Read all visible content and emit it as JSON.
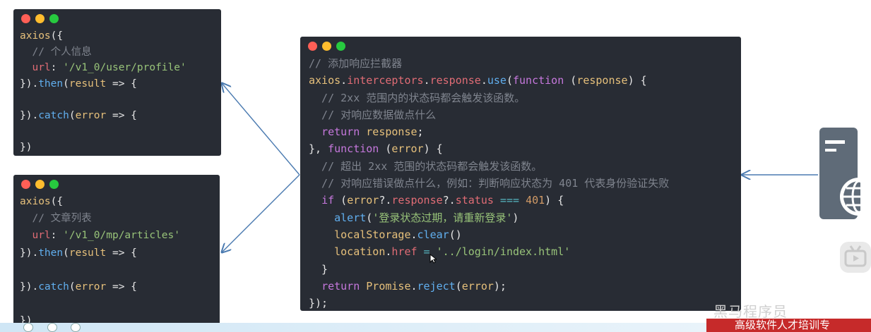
{
  "panel_top_left": {
    "lines": [
      [
        {
          "t": "axios",
          "c": "nm"
        },
        {
          "t": "({",
          "c": "pl"
        }
      ],
      [
        {
          "t": "  // 个人信息",
          "c": "cm"
        }
      ],
      [
        {
          "t": "  url",
          "c": "pr"
        },
        {
          "t": ": ",
          "c": "pl"
        },
        {
          "t": "'/v1_0/user/profile'",
          "c": "st"
        }
      ],
      [
        {
          "t": "}).",
          "c": "pl"
        },
        {
          "t": "then",
          "c": "fn"
        },
        {
          "t": "(",
          "c": "pl"
        },
        {
          "t": "result",
          "c": "nm"
        },
        {
          "t": " => {",
          "c": "pl"
        }
      ],
      [
        {
          "t": "",
          "c": "pl"
        }
      ],
      [
        {
          "t": "}).",
          "c": "pl"
        },
        {
          "t": "catch",
          "c": "fn"
        },
        {
          "t": "(",
          "c": "pl"
        },
        {
          "t": "error",
          "c": "nm"
        },
        {
          "t": " => {",
          "c": "pl"
        }
      ],
      [
        {
          "t": "",
          "c": "pl"
        }
      ],
      [
        {
          "t": "})",
          "c": "pl"
        }
      ]
    ]
  },
  "panel_bottom_left": {
    "lines": [
      [
        {
          "t": "axios",
          "c": "nm"
        },
        {
          "t": "({",
          "c": "pl"
        }
      ],
      [
        {
          "t": "  // 文章列表",
          "c": "cm"
        }
      ],
      [
        {
          "t": "  url",
          "c": "pr"
        },
        {
          "t": ": ",
          "c": "pl"
        },
        {
          "t": "'/v1_0/mp/articles'",
          "c": "st"
        }
      ],
      [
        {
          "t": "}).",
          "c": "pl"
        },
        {
          "t": "then",
          "c": "fn"
        },
        {
          "t": "(",
          "c": "pl"
        },
        {
          "t": "result",
          "c": "nm"
        },
        {
          "t": " => {",
          "c": "pl"
        }
      ],
      [
        {
          "t": "",
          "c": "pl"
        }
      ],
      [
        {
          "t": "}).",
          "c": "pl"
        },
        {
          "t": "catch",
          "c": "fn"
        },
        {
          "t": "(",
          "c": "pl"
        },
        {
          "t": "error",
          "c": "nm"
        },
        {
          "t": " => {",
          "c": "pl"
        }
      ],
      [
        {
          "t": "",
          "c": "pl"
        }
      ],
      [
        {
          "t": "})",
          "c": "pl"
        }
      ]
    ]
  },
  "panel_main": {
    "lines": [
      [
        {
          "t": "// 添加响应拦截器",
          "c": "cm"
        }
      ],
      [
        {
          "t": "axios",
          "c": "nm"
        },
        {
          "t": ".",
          "c": "pl"
        },
        {
          "t": "interceptors",
          "c": "pr"
        },
        {
          "t": ".",
          "c": "pl"
        },
        {
          "t": "response",
          "c": "pr"
        },
        {
          "t": ".",
          "c": "pl"
        },
        {
          "t": "use",
          "c": "fn"
        },
        {
          "t": "(",
          "c": "pl"
        },
        {
          "t": "function",
          "c": "kw"
        },
        {
          "t": " (",
          "c": "pl"
        },
        {
          "t": "response",
          "c": "nm"
        },
        {
          "t": ") {",
          "c": "pl"
        }
      ],
      [
        {
          "t": "  // 2xx 范围内的状态码都会触发该函数。",
          "c": "cm"
        }
      ],
      [
        {
          "t": "  // 对响应数据做点什么",
          "c": "cm"
        }
      ],
      [
        {
          "t": "  ",
          "c": "pl"
        },
        {
          "t": "return",
          "c": "kw"
        },
        {
          "t": " ",
          "c": "pl"
        },
        {
          "t": "response",
          "c": "nm"
        },
        {
          "t": ";",
          "c": "pl"
        }
      ],
      [
        {
          "t": "}, ",
          "c": "pl"
        },
        {
          "t": "function",
          "c": "kw"
        },
        {
          "t": " (",
          "c": "pl"
        },
        {
          "t": "error",
          "c": "nm"
        },
        {
          "t": ") {",
          "c": "pl"
        }
      ],
      [
        {
          "t": "  // 超出 2xx 范围的状态码都会触发该函数。",
          "c": "cm"
        }
      ],
      [
        {
          "t": "  // 对响应错误做点什么，例如：判断响应状态为 401 代表身份验证失败",
          "c": "cm"
        }
      ],
      [
        {
          "t": "  ",
          "c": "pl"
        },
        {
          "t": "if",
          "c": "kw"
        },
        {
          "t": " (",
          "c": "pl"
        },
        {
          "t": "error",
          "c": "nm"
        },
        {
          "t": "?.",
          "c": "pl"
        },
        {
          "t": "response",
          "c": "pr"
        },
        {
          "t": "?.",
          "c": "pl"
        },
        {
          "t": "status",
          "c": "pr"
        },
        {
          "t": " === ",
          "c": "op"
        },
        {
          "t": "401",
          "c": "num"
        },
        {
          "t": ") {",
          "c": "pl"
        }
      ],
      [
        {
          "t": "    ",
          "c": "pl"
        },
        {
          "t": "alert",
          "c": "fn"
        },
        {
          "t": "(",
          "c": "pl"
        },
        {
          "t": "'登录状态过期，请重新登录'",
          "c": "st"
        },
        {
          "t": ")",
          "c": "pl"
        }
      ],
      [
        {
          "t": "    ",
          "c": "pl"
        },
        {
          "t": "localStorage",
          "c": "nm"
        },
        {
          "t": ".",
          "c": "pl"
        },
        {
          "t": "clear",
          "c": "fn"
        },
        {
          "t": "()",
          "c": "pl"
        }
      ],
      [
        {
          "t": "    ",
          "c": "pl"
        },
        {
          "t": "location",
          "c": "nm"
        },
        {
          "t": ".",
          "c": "pl"
        },
        {
          "t": "href",
          "c": "pr"
        },
        {
          "t": " = ",
          "c": "op"
        },
        {
          "t": "'../login/index.html'",
          "c": "st"
        }
      ],
      [
        {
          "t": "  }",
          "c": "pl"
        }
      ],
      [
        {
          "t": "  ",
          "c": "pl"
        },
        {
          "t": "return",
          "c": "kw"
        },
        {
          "t": " ",
          "c": "pl"
        },
        {
          "t": "Promise",
          "c": "nm"
        },
        {
          "t": ".",
          "c": "pl"
        },
        {
          "t": "reject",
          "c": "fn"
        },
        {
          "t": "(",
          "c": "pl"
        },
        {
          "t": "error",
          "c": "nm"
        },
        {
          "t": ");",
          "c": "pl"
        }
      ],
      [
        {
          "t": "});",
          "c": "pl"
        }
      ]
    ]
  },
  "icons": {
    "server": "server-globe-icon",
    "bilibili": "bilibili-tv-icon"
  },
  "watermark_text": "黑马程序员",
  "banner_text": "高级软件人才培训专",
  "colors": {
    "panel_bg": "#282c34",
    "arrow": "#4a7ab0",
    "banner": "#c62a2a"
  }
}
